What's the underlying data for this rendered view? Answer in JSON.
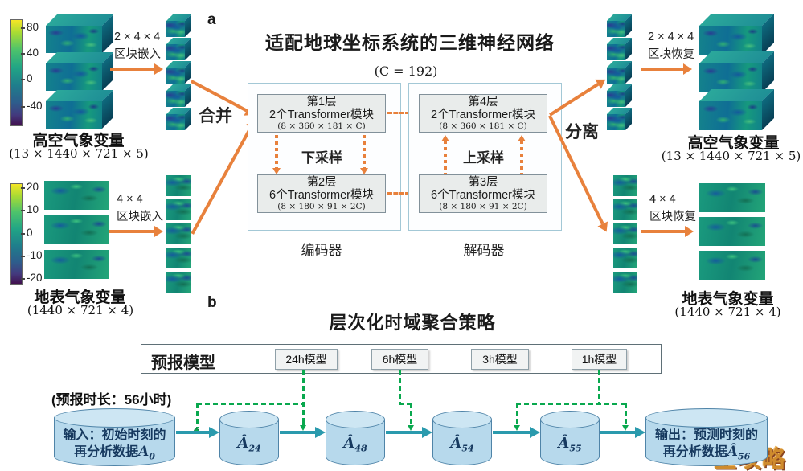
{
  "panel_a": {
    "label": "a",
    "title": "适配地球坐标系统的三维神经网络",
    "c_note": "(C = 192)",
    "merge_label": "合并",
    "split_label": "分离",
    "upper_left": {
      "cbar_ticks": [
        "80",
        "40",
        "0",
        "-40"
      ],
      "embed_line1": "2 × 4 × 4",
      "embed_line2": "区块嵌入",
      "name": "高空气象变量",
      "dims": "(13 × 1440 × 721 × 5)"
    },
    "surface_left": {
      "cbar_ticks": [
        "20",
        "10",
        "0",
        "-10",
        "-20"
      ],
      "embed_line1": "4 × 4",
      "embed_line2": "区块嵌入",
      "name": "地表气象变量",
      "dims": "(1440 × 721 × 4)"
    },
    "upper_right": {
      "recover_line1": "2 × 4 × 4",
      "recover_line2": "区块恢复",
      "name": "高空气象变量",
      "dims": "(13 × 1440 × 721 × 5)"
    },
    "surface_right": {
      "recover_line1": "4 × 4",
      "recover_line2": "区块恢复",
      "name": "地表气象变量",
      "dims": "(1440 × 721 × 4)"
    },
    "encoder": {
      "caption": "编码器",
      "downsample": "下采样",
      "layer1": {
        "t": "第1层",
        "m": "2个Transformer模块",
        "d": "(8 × 360 × 181 × C)"
      },
      "layer2": {
        "t": "第2层",
        "m": "6个Transformer模块",
        "d": "(8 × 180 × 91 × 2C)"
      }
    },
    "decoder": {
      "caption": "解码器",
      "upsample": "上采样",
      "layer4": {
        "t": "第4层",
        "m": "2个Transformer模块",
        "d": "(8 × 360 × 181 × C)"
      },
      "layer3": {
        "t": "第3层",
        "m": "6个Transformer模块",
        "d": "(8 × 180 × 91 × 2C)"
      }
    }
  },
  "panel_b": {
    "label": "b",
    "title": "层次化时域聚合策略",
    "bar_title": "预报模型",
    "models": [
      "24h模型",
      "6h模型",
      "3h模型",
      "1h模型"
    ],
    "duration_note": "(预报时长：56小时)",
    "input": {
      "line1": "输入：初始时刻的",
      "line2": "再分析数据",
      "var": {
        "base": "A",
        "sub": "0"
      }
    },
    "cylinders": [
      {
        "base": "Â",
        "sub": "24"
      },
      {
        "base": "Â",
        "sub": "48"
      },
      {
        "base": "Â",
        "sub": "54"
      },
      {
        "base": "Â",
        "sub": "55"
      }
    ],
    "output": {
      "line1": "输出：预测时刻的",
      "line2": "再分析数据",
      "var": {
        "base": "Â",
        "sub": "56"
      }
    }
  },
  "watermark": "全攻略",
  "colors": {
    "arrow_orange": "#e8813c",
    "dashed_green": "#09a84e",
    "timeline_teal": "#2a9aad",
    "cylinder_fill": "#b7d9ec",
    "cylinder_border": "#4f84a8"
  }
}
